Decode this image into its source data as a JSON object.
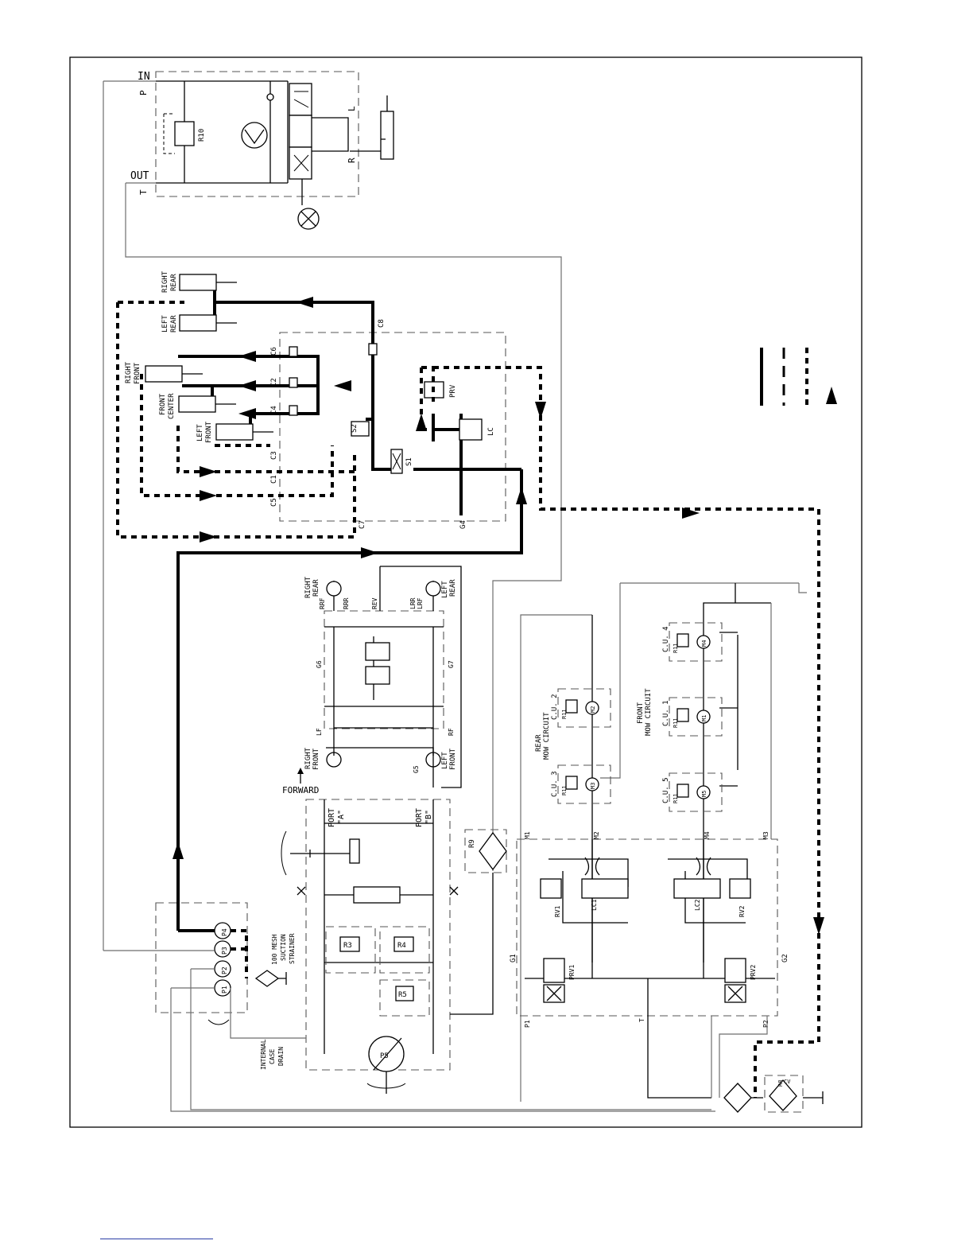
{
  "labels": {
    "in": "IN",
    "out": "OUT",
    "p": "P",
    "t": "T",
    "l": "L",
    "r": "R",
    "r10": "R10",
    "right_rear_cyl": [
      "RIGHT",
      "REAR"
    ],
    "left_rear_cyl": [
      "LEFT",
      "REAR"
    ],
    "right_front_cyl": [
      "RIGHT",
      "FRONT"
    ],
    "front_center_cyl": [
      "FRONT",
      "CENTER"
    ],
    "left_front_cyl": [
      "LEFT",
      "FRONT"
    ],
    "c1": "C1",
    "c2": "C2",
    "c3": "C3",
    "c4": "C4",
    "c5": "C5",
    "c6": "C6",
    "c7": "C7",
    "c8": "C8",
    "s1": "S1",
    "s2": "S2",
    "g4": "G4",
    "prv": "PRV",
    "lc": "LC",
    "right_rear_motor": [
      "RIGHT",
      "REAR"
    ],
    "left_rear_motor": [
      "LEFT",
      "REAR"
    ],
    "right_front_motor": [
      "RIGHT",
      "FRONT"
    ],
    "left_front_motor": [
      "LEFT",
      "FRONT"
    ],
    "rrf": "RRF",
    "rrr": "RRR",
    "rev": "REV",
    "lrr": "LRR",
    "lrf": "LRF",
    "g6": "G6",
    "g7": "G7",
    "lf": "LF",
    "rf": "RF",
    "g5": "G5",
    "forward": "FORWARD",
    "port_a": [
      "PORT",
      "\"A\""
    ],
    "port_b": [
      "PORT",
      "\"B\""
    ],
    "r3": "R3",
    "r4": "R4",
    "r5": "R5",
    "r9": "R9",
    "p5": "P5",
    "pumps": [
      "P4",
      "P3",
      "P2",
      "P1"
    ],
    "strainer": [
      "100 MESH",
      "SUCTION",
      "STRAINER"
    ],
    "case_drain": [
      "INTERNAL",
      "CASE",
      "DRAIN"
    ],
    "rear_mow": [
      "REAR",
      "MOW CIRCUIT"
    ],
    "front_mow": [
      "FRONT",
      "MOW CIRCUIT"
    ],
    "cu2": "C.U. 2",
    "cu3": "C.U. 3",
    "cu4": "C.U. 4",
    "cu1": "C.U. 1",
    "cu5": "C.U. 5",
    "r11": "R11",
    "m1": "M1",
    "m2": "M2",
    "m3": "M3",
    "m4": "M4",
    "mm1": "M1",
    "mm2": "M2",
    "mm3": "M3",
    "mm4": "M4",
    "mm5": "M5",
    "rv1": "RV1",
    "rv2": "RV2",
    "lc1": "LC1",
    "lc2": "LC2",
    "prv1": "PRV1",
    "prv2": "PRV2",
    "g1": "G1",
    "g2": "G2",
    "p1": "P1",
    "p2": "P2",
    "tt": "T",
    "r8": "R8",
    "cv": "CV"
  },
  "colors": {
    "line": "#000000",
    "return_line": "#6e6e6e",
    "footer_rule": "#2b3ea6"
  }
}
